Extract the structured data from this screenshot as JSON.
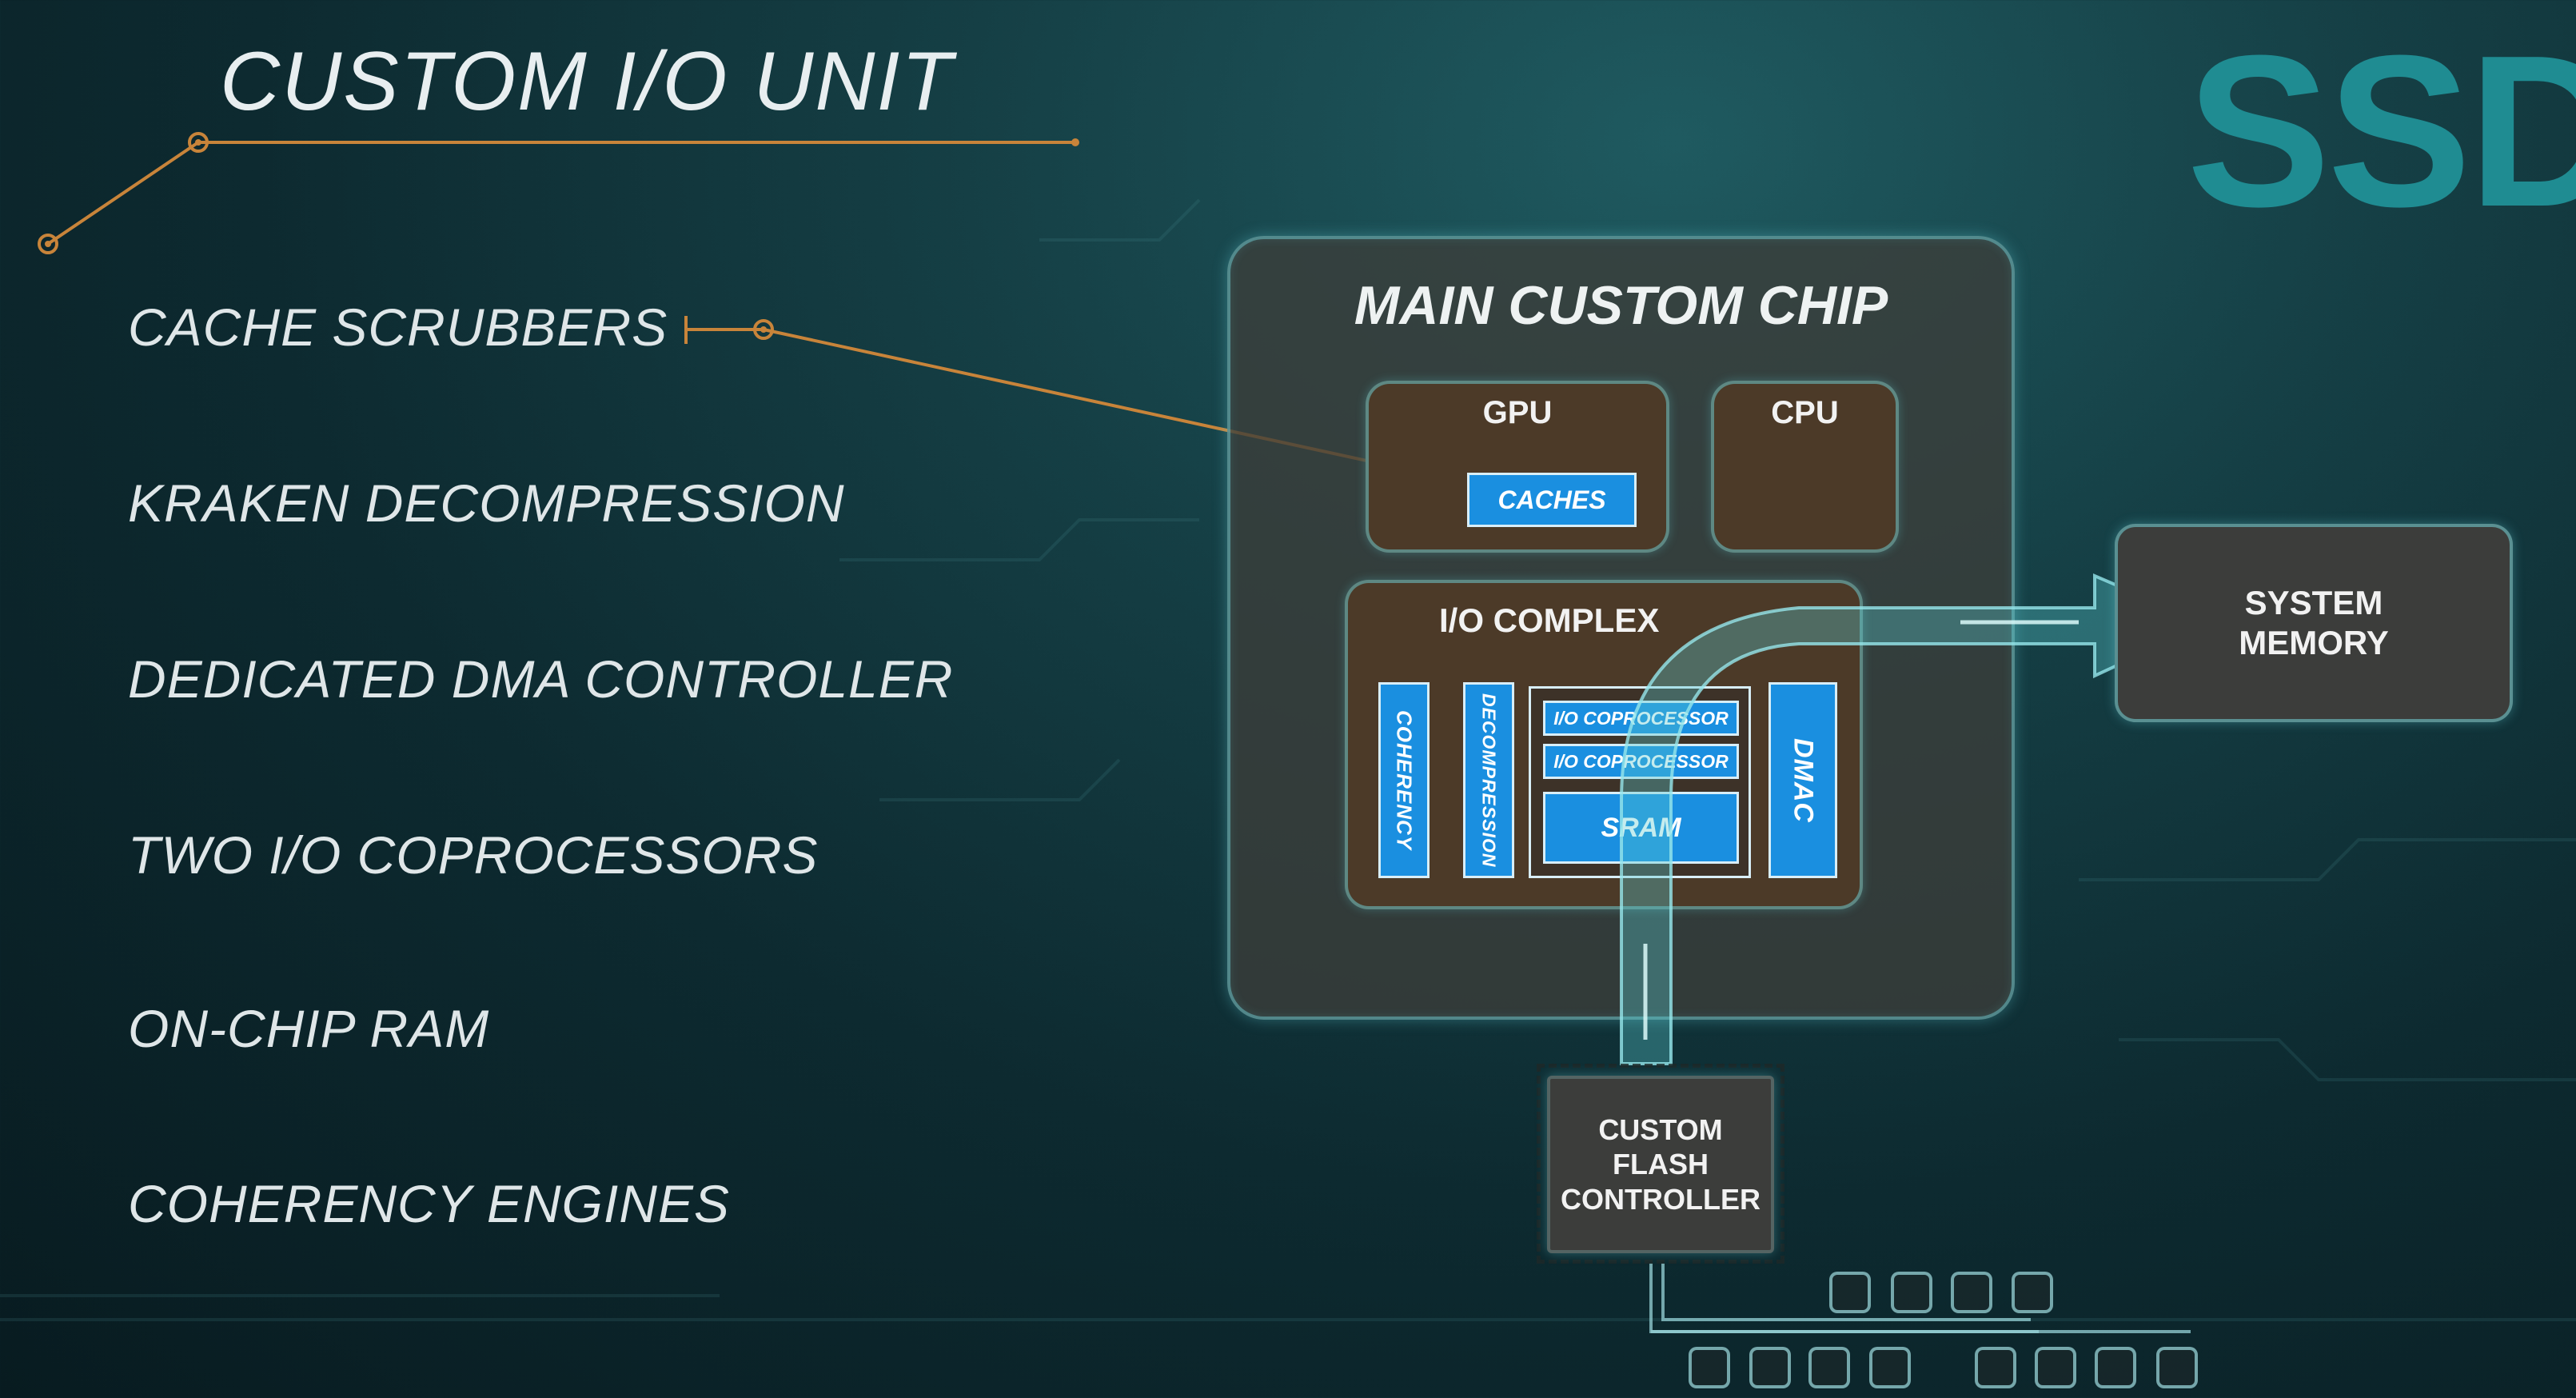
{
  "slide": {
    "title": "CUSTOM I/O UNIT",
    "ssd_logo": "SSD",
    "features": [
      "CACHE SCRUBBERS",
      "KRAKEN DECOMPRESSION",
      "DEDICATED DMA CONTROLLER",
      "TWO I/O COPROCESSORS",
      "ON-CHIP RAM",
      "COHERENCY  ENGINES"
    ]
  },
  "diagram": {
    "main_chip": "MAIN CUSTOM CHIP",
    "gpu": "GPU",
    "caches": "CACHES",
    "cpu": "CPU",
    "io_complex": "I/O COMPLEX",
    "coherency": "COHERENCY",
    "decompression": "DECOMPRESSION",
    "io_coprocessor_1": "I/O COPROCESSOR",
    "io_coprocessor_2": "I/O COPROCESSOR",
    "sram": "SRAM",
    "dmac": "DMAC",
    "system_memory_line1": "SYSTEM",
    "system_memory_line2": "MEMORY",
    "flash_line1": "CUSTOM",
    "flash_line2": "FLASH",
    "flash_line3": "CONTROLLER"
  },
  "colors": {
    "accent_orange": "#c8843a",
    "ssd_teal": "#1f8c92",
    "block_blue": "#1a8fe0",
    "chip_brown": "#4c3a28"
  }
}
